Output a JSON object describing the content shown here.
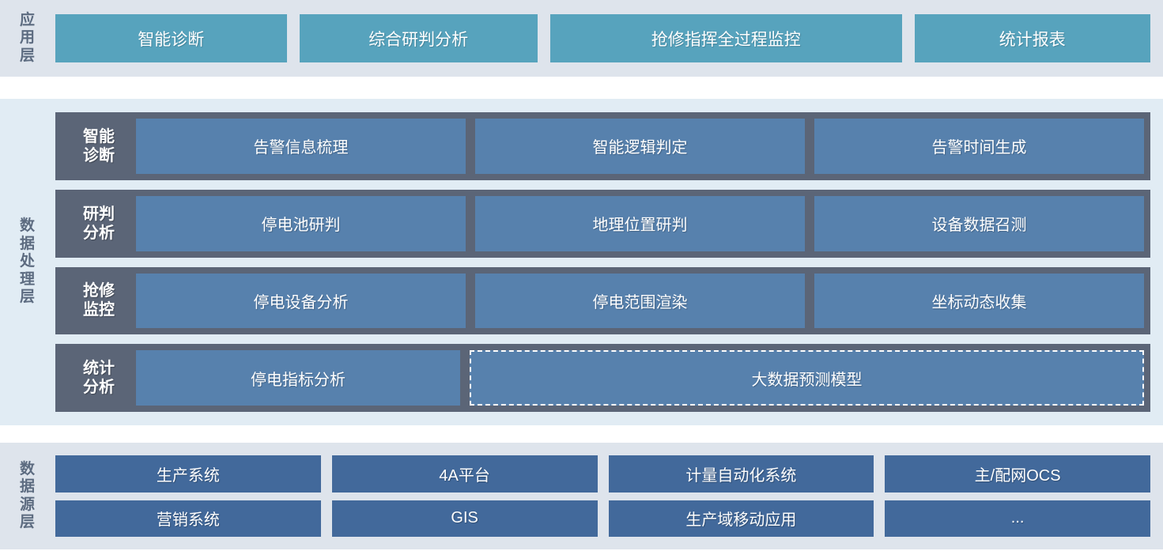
{
  "colors": {
    "app_band_bg": "#dee4ec",
    "proc_band_bg": "#e1ecf4",
    "src_band_bg": "#dee4ec",
    "app_card": "#57a3bd",
    "proc_row": "#5b6577",
    "proc_card": "#5781ad",
    "src_card": "#42699b",
    "label_text": "#5c6b80",
    "card_text": "#ffffff"
  },
  "application_layer": {
    "label": "应用层",
    "cards": [
      {
        "label": "智能诊断"
      },
      {
        "label": "综合研判分析"
      },
      {
        "label": "抢修指挥全过程监控"
      },
      {
        "label": "统计报表"
      }
    ]
  },
  "data_processing_layer": {
    "label": "数据处理层",
    "rows": [
      {
        "label": "智能诊断",
        "cards": [
          {
            "label": "告警信息梳理",
            "style": "solid"
          },
          {
            "label": "智能逻辑判定",
            "style": "solid"
          },
          {
            "label": "告警时间生成",
            "style": "solid"
          }
        ]
      },
      {
        "label": "研判分析",
        "cards": [
          {
            "label": "停电池研判",
            "style": "solid"
          },
          {
            "label": "地理位置研判",
            "style": "solid"
          },
          {
            "label": "设备数据召测",
            "style": "solid"
          }
        ]
      },
      {
        "label": "抢修监控",
        "cards": [
          {
            "label": "停电设备分析",
            "style": "solid"
          },
          {
            "label": "停电范围渲染",
            "style": "solid"
          },
          {
            "label": "坐标动态收集",
            "style": "solid"
          }
        ]
      },
      {
        "label": "统计分析",
        "cards": [
          {
            "label": "停电指标分析",
            "style": "solid"
          },
          {
            "label": "大数据预测模型",
            "style": "dashed"
          }
        ]
      }
    ]
  },
  "data_source_layer": {
    "label": "数据源层",
    "cards": [
      {
        "label": "生产系统"
      },
      {
        "label": "4A平台"
      },
      {
        "label": "计量自动化系统"
      },
      {
        "label": "主/配网OCS"
      },
      {
        "label": "营销系统"
      },
      {
        "label": "GIS"
      },
      {
        "label": "生产域移动应用"
      },
      {
        "label": "..."
      }
    ]
  }
}
